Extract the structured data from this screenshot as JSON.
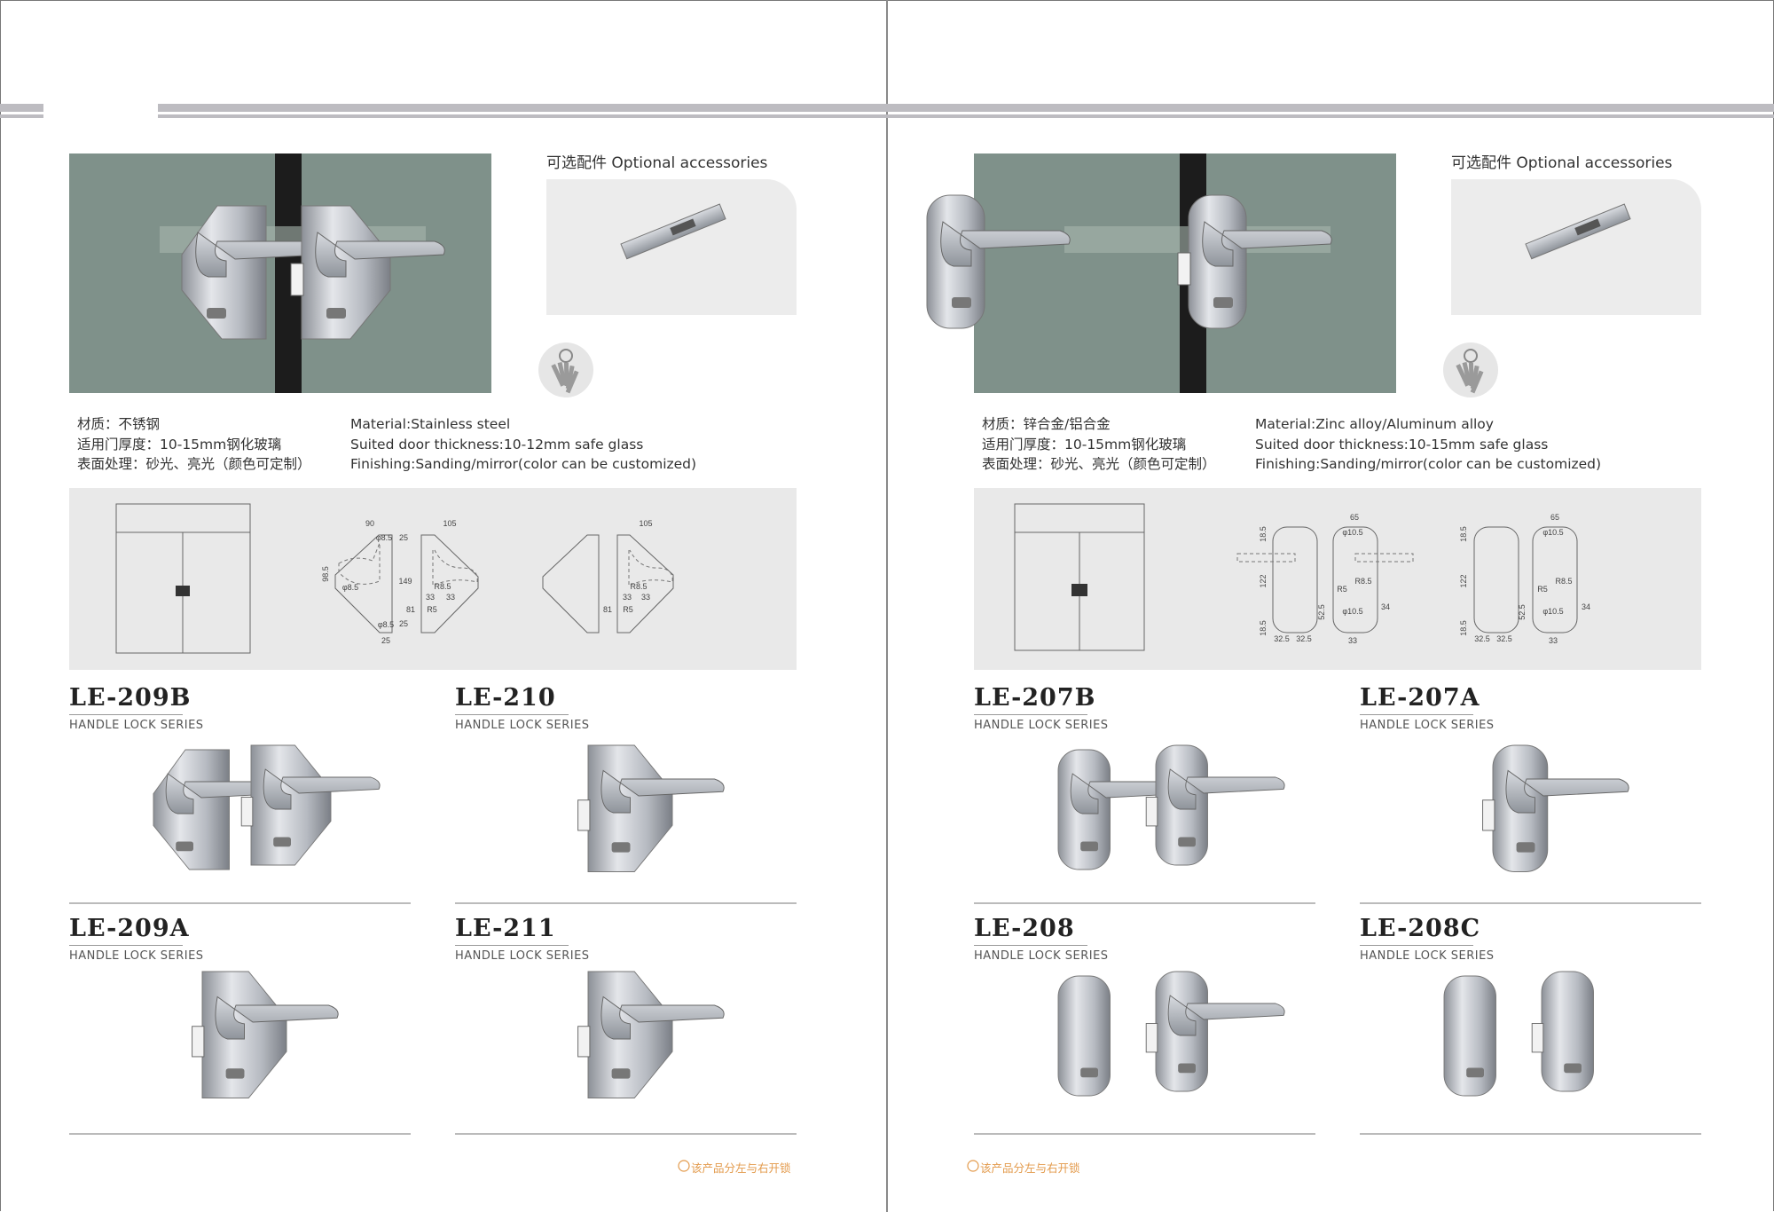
{
  "pages": [
    {
      "accessories_title": "可选配件 Optional accessories",
      "spec_cn": [
        "材质：不锈钢",
        "适用门厚度：10-15mm钢化玻璃",
        "表面处理：砂光、亮光（颜色可定制）"
      ],
      "spec_en": [
        "Material:Stainless steel",
        "Suited door thickness:10-12mm safe glass",
        "Finishing:Sanding/mirror(color can be customized)"
      ],
      "diagram_labels": [
        "90",
        "105",
        "98.5",
        "φ8.5",
        "25",
        "149",
        "φ8.5",
        "R8.5",
        "33",
        "33",
        "81",
        "R5",
        "25",
        "φ8.5",
        "25",
        "105",
        "R8.5",
        "33",
        "33",
        "81",
        "R5"
      ],
      "products": [
        {
          "model": "LE-209B",
          "series": "HANDLE LOCK SERIES"
        },
        {
          "model": "LE-210",
          "series": "HANDLE LOCK SERIES"
        },
        {
          "model": "LE-209A",
          "series": "HANDLE LOCK SERIES"
        },
        {
          "model": "LE-211",
          "series": "HANDLE LOCK SERIES"
        }
      ],
      "note": "该产品分左与右开锁"
    },
    {
      "accessories_title": "可选配件 Optional accessories",
      "spec_cn": [
        "材质：锌合金/铝合金",
        "适用门厚度：10-15mm钢化玻璃",
        "表面处理：砂光、亮光（颜色可定制）"
      ],
      "spec_en": [
        "Material:Zinc alloy/Aluminum alloy",
        "Suited door thickness:10-15mm safe glass",
        "Finishing:Sanding/mirror(color can be customized)"
      ],
      "diagram_labels": [
        "65",
        "18.5",
        "122",
        "18.5",
        "32.5",
        "32.5",
        "φ10.5",
        "R8.5",
        "R5",
        "52.5",
        "φ10.5",
        "34",
        "33",
        "65",
        "18.5",
        "122",
        "18.5",
        "32.5",
        "32.5",
        "φ10.5",
        "R8.5",
        "R5",
        "52.5",
        "φ10.5",
        "34",
        "33"
      ],
      "products": [
        {
          "model": "LE-207B",
          "series": "HANDLE LOCK SERIES"
        },
        {
          "model": "LE-207A",
          "series": "HANDLE LOCK SERIES"
        },
        {
          "model": "LE-208",
          "series": "HANDLE LOCK SERIES"
        },
        {
          "model": "LE-208C",
          "series": "HANDLE LOCK SERIES"
        }
      ],
      "note": "该产品分左与右开锁"
    }
  ],
  "colors": {
    "photo_bg": "#7f918a",
    "note": "#e39a4b",
    "band": "#e9e9e9"
  }
}
